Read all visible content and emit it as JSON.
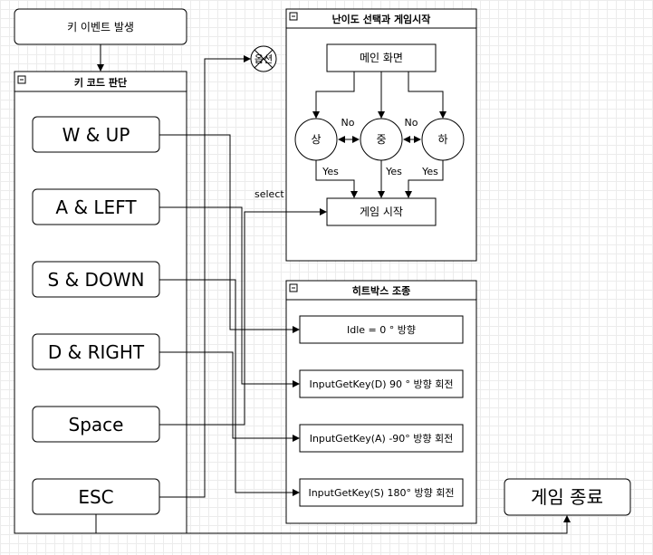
{
  "event_box": "키 이벤트 발생",
  "keycode_panel": {
    "title": "키 코드 판단",
    "keys": [
      {
        "id": "wup",
        "label": "W & UP"
      },
      {
        "id": "aleft",
        "label": "A & LEFT"
      },
      {
        "id": "sdown",
        "label": "S & DOWN"
      },
      {
        "id": "dright",
        "label": "D & RIGHT"
      },
      {
        "id": "space",
        "label": "Space"
      },
      {
        "id": "esc",
        "label": "ESC"
      }
    ]
  },
  "option_circle": "옵션",
  "difficulty_panel": {
    "title": "난이도 선택과 게임시작",
    "main_screen": "메인 화면",
    "levels": [
      "상",
      "중",
      "하"
    ],
    "no_label": "No",
    "yes_label": "Yes",
    "game_start": "게임 시작"
  },
  "select_label": "select",
  "hitbox_panel": {
    "title": "히트박스 조종",
    "items": [
      "Idle = 0 ° 방향",
      "InputGetKey(D) 90 ° 방향 회전",
      "InputGetKey(A) -90° 방향 회전",
      "InputGetKey(S) 180° 방향 회전"
    ]
  },
  "game_end": "게임 종료",
  "colors": {
    "line": "#000000",
    "background": "#ffffff",
    "grid": "#ececec"
  }
}
